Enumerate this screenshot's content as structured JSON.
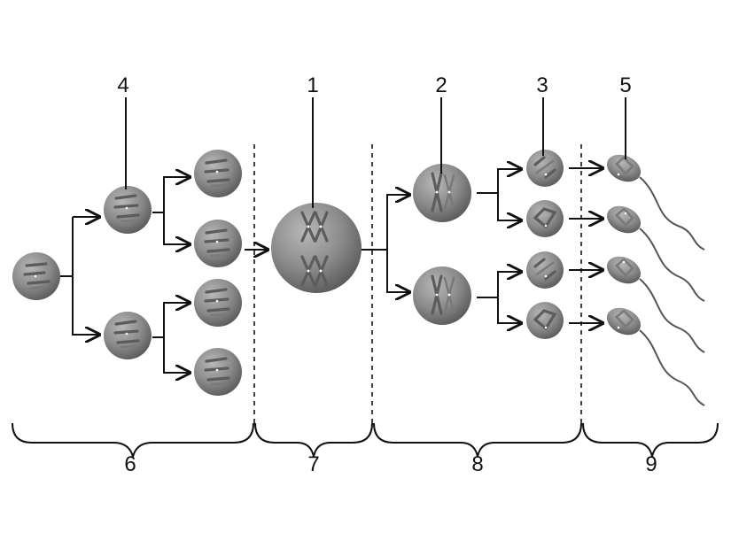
{
  "labels": {
    "l1": "1",
    "l2": "2",
    "l3": "3",
    "l4": "4",
    "l5": "5",
    "l6": "6",
    "l7": "7",
    "l8": "8",
    "l9": "9"
  },
  "colors": {
    "cell_fill": "#8a8a8a",
    "cell_highlight": "#b5b5b5",
    "cell_shadow": "#5a5a5a",
    "line": "#111111"
  }
}
